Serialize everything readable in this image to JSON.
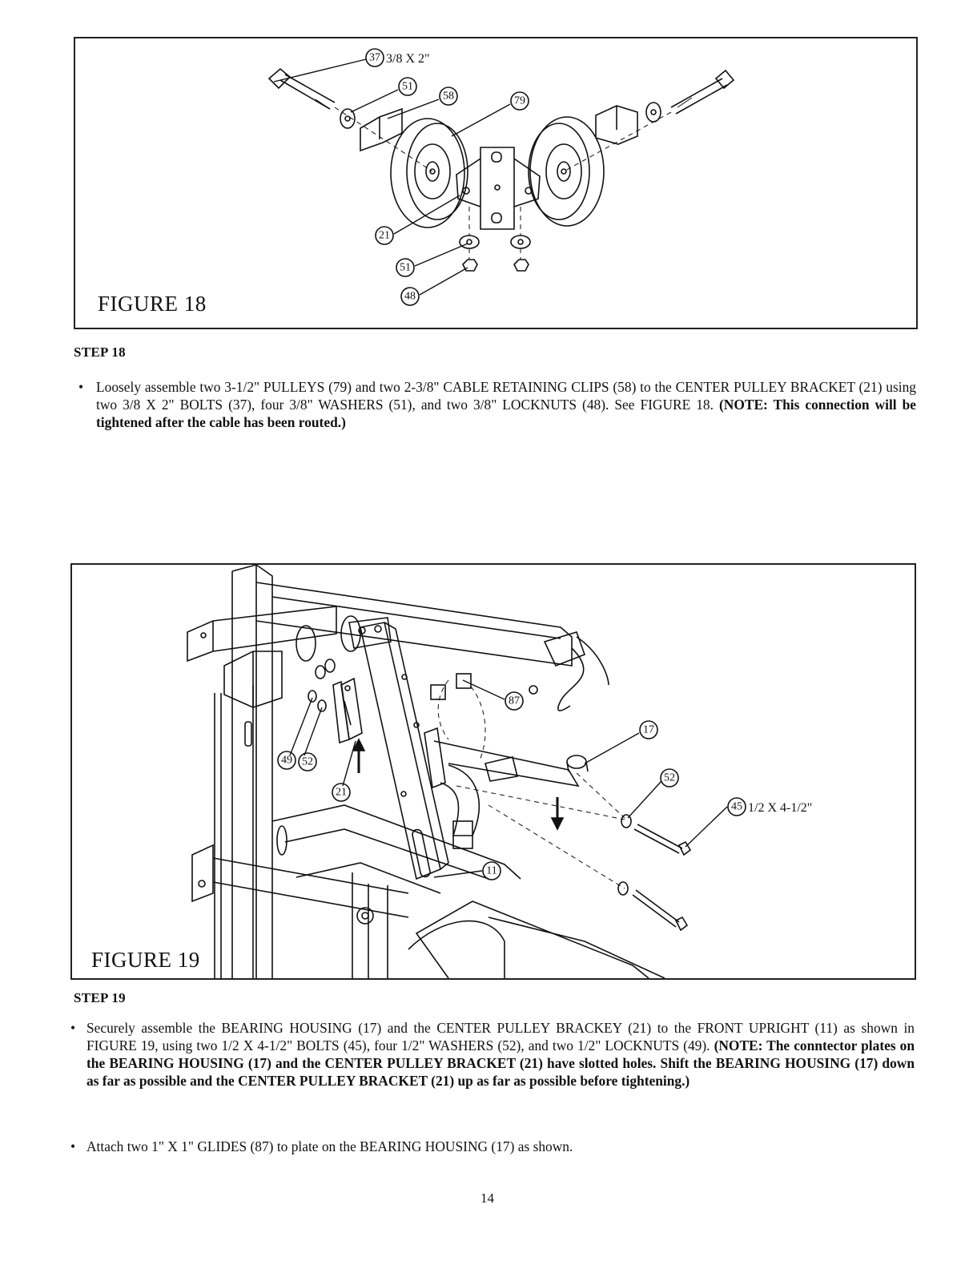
{
  "figure18": {
    "label": "FIGURE 18",
    "callouts": {
      "c37": "37",
      "bolt_spec": "3/8 X 2\"",
      "c51a": "51",
      "c58": "58",
      "c79": "79",
      "c21": "21",
      "c51b": "51",
      "c48": "48"
    }
  },
  "step18": {
    "title": "STEP 18",
    "bullet": "•",
    "text": "Loosely assemble two 3-1/2\" PULLEYS (79) and two 2-3/8\" CABLE RETAINING CLIPS (58) to the CENTER PULLEY BRACKET (21) using two 3/8 X 2\" BOLTS (37), four 3/8\" WASHERS (51), and two 3/8\" LOCKNUTS (48). See FIGURE 18.",
    "note": "(NOTE: This connection will be tightened after the cable has been routed.)"
  },
  "figure19": {
    "label": "FIGURE 19",
    "callouts": {
      "c87": "87",
      "c17": "17",
      "c52a": "52",
      "c45": "45",
      "bolt_spec": "1/2 X 4-1/2\"",
      "c49": "49",
      "c52b": "52",
      "c21": "21",
      "c11": "11"
    }
  },
  "step19": {
    "title": "STEP 19",
    "bullet1": "•",
    "text1": "Securely assemble the BEARING HOUSING (17) and the CENTER PULLEY BRACKEY (21) to the FRONT UPRIGHT (11) as shown in FIGURE 19, using two 1/2 X 4-1/2\" BOLTS (45), four 1/2\" WASHERS (52), and two 1/2\" LOCKNUTS (49).",
    "note1": "(NOTE: The conntector plates on the BEARING HOUSING (17) and the CENTER PULLEY BRACKET (21) have slotted holes. Shift the BEARING HOUSING (17) down as far as possible and the CENTER PULLEY BRACKET (21) up as far as possible before tightening.)",
    "bullet2": "•",
    "text2": "Attach two 1\" X 1\" GLIDES (87) to plate on the BEARING HOUSING (17) as shown."
  },
  "page_number": "14"
}
